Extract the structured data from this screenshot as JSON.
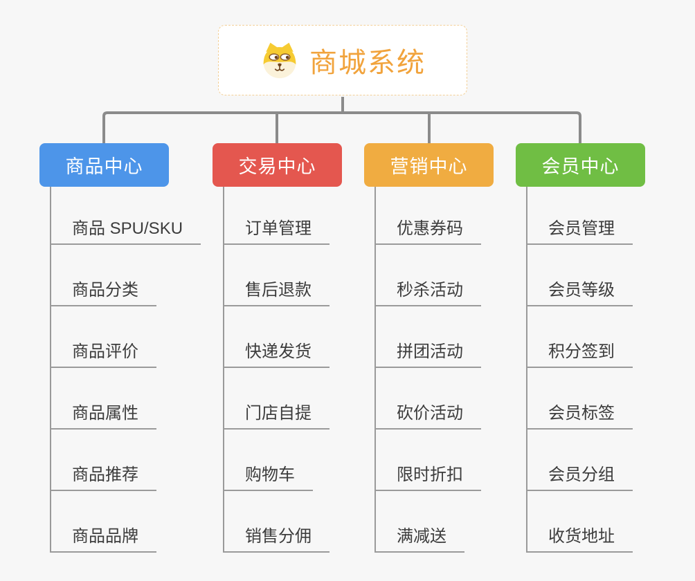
{
  "root": {
    "title": "商城系统",
    "icon": "dog-face-icon"
  },
  "branches": [
    {
      "label": "商品中心",
      "color": "#4d95e9",
      "children": [
        "商品 SPU/SKU",
        "商品分类",
        "商品评价",
        "商品属性",
        "商品推荐",
        "商品品牌"
      ]
    },
    {
      "label": "交易中心",
      "color": "#e4574f",
      "children": [
        "订单管理",
        "售后退款",
        "快递发货",
        "门店自提",
        "购物车",
        "销售分佣"
      ]
    },
    {
      "label": "营销中心",
      "color": "#f0ac41",
      "children": [
        "优惠券码",
        "秒杀活动",
        "拼团活动",
        "砍价活动",
        "限时折扣",
        "满减送"
      ]
    },
    {
      "label": "会员中心",
      "color": "#70be44",
      "children": [
        "会员管理",
        "会员等级",
        "积分签到",
        "会员标签",
        "会员分组",
        "收货地址"
      ]
    }
  ],
  "colors": {
    "background": "#f7f7f7",
    "connector": "#8b8b8b",
    "leaf_line": "#9a9a9a",
    "leaf_text": "#3c3c3c",
    "root_text": "#f1a33c",
    "root_border": "#f3cf96",
    "root_bg": "#ffffff"
  }
}
